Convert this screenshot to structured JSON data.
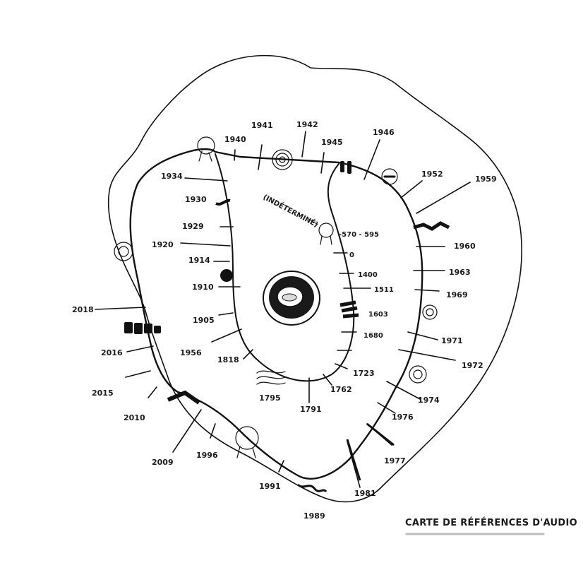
{
  "title": "CARTE DE RÉFÉRENCES D'AUDIO",
  "outer_ring": [
    "1941",
    "1942",
    "1945",
    "1946",
    "1952",
    "1959",
    "1960",
    "1963",
    "1969",
    "1971",
    "1972",
    "1974",
    "1976",
    "1977",
    "1981",
    "1989",
    "1991",
    "1996",
    "2009",
    "2010",
    "2015",
    "2016",
    "2018"
  ],
  "middle_ring": [
    "1940",
    "1934",
    "1930",
    "1929",
    "1920",
    "1914",
    "1910",
    "1905",
    "1956",
    "1818",
    "1795",
    "1791",
    "1762",
    "1723"
  ],
  "inner_track": [
    "-570 - 595",
    "0",
    "1400",
    "1511",
    "1603",
    "1680"
  ],
  "undetermined_label": "(INDÉTERMINÉ)"
}
